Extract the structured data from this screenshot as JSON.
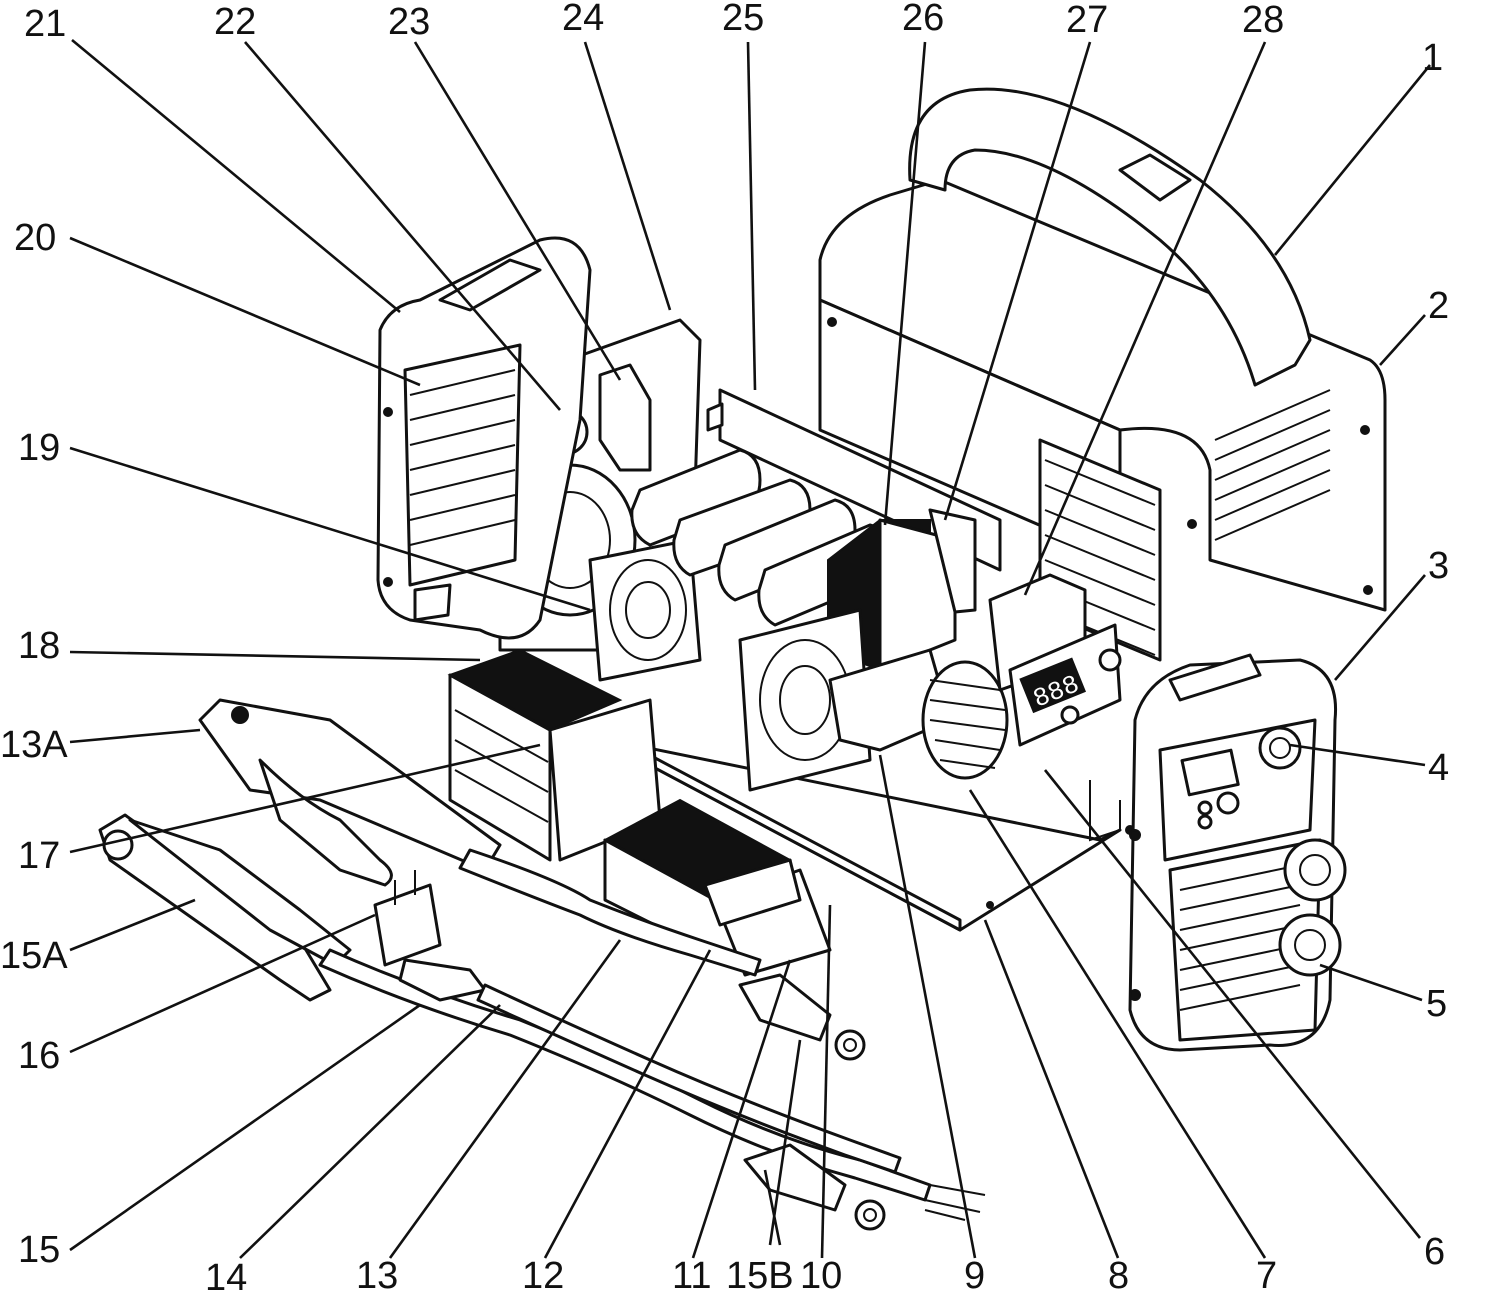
{
  "diagram": {
    "callouts": [
      {
        "id": "1",
        "label": "1"
      },
      {
        "id": "2",
        "label": "2"
      },
      {
        "id": "3",
        "label": "3"
      },
      {
        "id": "4",
        "label": "4"
      },
      {
        "id": "5",
        "label": "5"
      },
      {
        "id": "6",
        "label": "6"
      },
      {
        "id": "7",
        "label": "7"
      },
      {
        "id": "8",
        "label": "8"
      },
      {
        "id": "9",
        "label": "9"
      },
      {
        "id": "10",
        "label": "10"
      },
      {
        "id": "11",
        "label": "11"
      },
      {
        "id": "12",
        "label": "12"
      },
      {
        "id": "13",
        "label": "13"
      },
      {
        "id": "13A",
        "label": "13A"
      },
      {
        "id": "14",
        "label": "14"
      },
      {
        "id": "15",
        "label": "15"
      },
      {
        "id": "15A",
        "label": "15A"
      },
      {
        "id": "15B",
        "label": "15B"
      },
      {
        "id": "16",
        "label": "16"
      },
      {
        "id": "17",
        "label": "17"
      },
      {
        "id": "18",
        "label": "18"
      },
      {
        "id": "19",
        "label": "19"
      },
      {
        "id": "20",
        "label": "20"
      },
      {
        "id": "21",
        "label": "21"
      },
      {
        "id": "22",
        "label": "22"
      },
      {
        "id": "23",
        "label": "23"
      },
      {
        "id": "24",
        "label": "24"
      },
      {
        "id": "25",
        "label": "25"
      },
      {
        "id": "26",
        "label": "26"
      },
      {
        "id": "27",
        "label": "27"
      },
      {
        "id": "28",
        "label": "28"
      }
    ],
    "display_digits": "888"
  }
}
